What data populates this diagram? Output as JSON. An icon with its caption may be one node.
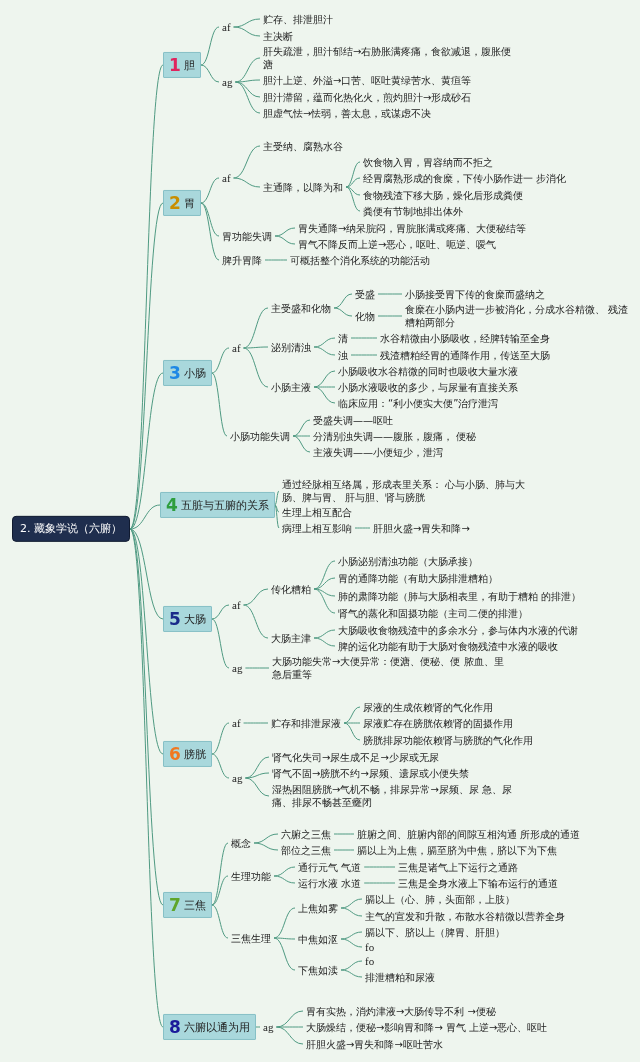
{
  "diagram": {
    "nodes": [
      {
        "text": [
          "2. 藏象学说（六腑）"
        ]
      },
      {
        "text": [
          "1",
          "胆"
        ]
      },
      {
        "text": [
          "af"
        ]
      },
      {
        "text": [
          "贮存、排泄胆汁"
        ]
      },
      {
        "text": [
          "主决断"
        ]
      },
      {
        "text": [
          "ag"
        ]
      },
      {
        "text": [
          "肝失疏泄，胆汁郁结→右胁胀满疼痛，食欲减退，腹胀便溏"
        ]
      },
      {
        "text": [
          "胆汁上逆、外溢→口苦、呕吐黄绿苦水、黄疸等"
        ]
      },
      {
        "text": [
          "胆汁滞留，蕴而化热化火，煎灼胆汁→形成砂石"
        ]
      },
      {
        "text": [
          "胆虚气怯→怯弱，善太息，或谋虑不决"
        ]
      },
      {
        "text": [
          "2",
          "胃"
        ]
      },
      {
        "text": [
          "af"
        ]
      },
      {
        "text": [
          "主受纳、腐熟水谷"
        ]
      },
      {
        "text": [
          "主通降，以降为和"
        ]
      },
      {
        "text": [
          "饮食物入胃，胃容纳而不拒之"
        ]
      },
      {
        "text": [
          "经胃腐熟形成的食糜，下传小肠作进一 步消化"
        ]
      },
      {
        "text": [
          "食物残渣下移大肠，燥化后形成粪便"
        ]
      },
      {
        "text": [
          "粪便有节制地排出体外"
        ]
      },
      {
        "text": [
          "胃功能失调"
        ]
      },
      {
        "text": [
          "胃失通降→纳呆脘闷，胃脘胀满或疼痛、大便秘结等"
        ]
      },
      {
        "text": [
          "胃气不降反而上逆→恶心，呕吐、呃逆、嗳气"
        ]
      },
      {
        "text": [
          "脾升胃降"
        ]
      },
      {
        "text": [
          "可概括整个消化系统的功能活动"
        ]
      },
      {
        "text": [
          "3",
          "小肠"
        ]
      },
      {
        "text": [
          "af"
        ]
      },
      {
        "text": [
          "主受盛和化物"
        ]
      },
      {
        "text": [
          "受盛"
        ]
      },
      {
        "text": [
          "小肠接受胃下传的食糜而盛纳之"
        ]
      },
      {
        "text": [
          "化物"
        ]
      },
      {
        "text": [
          "食糜在小肠内进一步被消化，分成水谷精微、 残渣糟粕两部分"
        ]
      },
      {
        "text": [
          "泌别清浊"
        ]
      },
      {
        "text": [
          "清"
        ]
      },
      {
        "text": [
          "水谷精微由小肠吸收，经脾转输至全身"
        ]
      },
      {
        "text": [
          "浊"
        ]
      },
      {
        "text": [
          "残渣糟粕经胃的通降作用，传送至大肠"
        ]
      },
      {
        "text": [
          "小肠主液"
        ]
      },
      {
        "text": [
          "小肠吸收水谷精微的同时也吸收大量水液"
        ]
      },
      {
        "text": [
          "小肠水液吸收的多少，与尿量有直接关系"
        ]
      },
      {
        "text": [
          "临床应用：“利小便实大便”治疗泄泻"
        ]
      },
      {
        "text": [
          "小肠功能失调"
        ]
      },
      {
        "text": [
          "受盛失调——呕吐"
        ]
      },
      {
        "text": [
          "分清别浊失调——腹胀，腹痛， 便秘"
        ]
      },
      {
        "text": [
          "主液失调——小便短少，泄泻"
        ]
      },
      {
        "text": [
          "4",
          "五脏与五腑的关系"
        ]
      },
      {
        "text": [
          "通过经脉相互络属，形成表里关系： 心与小肠、肺与大肠、脾与胃、 肝与胆、肾与膀胱"
        ]
      },
      {
        "text": [
          "生理上相互配合"
        ]
      },
      {
        "text": [
          "病理上相互影响"
        ]
      },
      {
        "text": [
          "肝胆火盛→胃失和降→"
        ]
      },
      {
        "text": [
          "5",
          "大肠"
        ]
      },
      {
        "text": [
          "af"
        ]
      },
      {
        "text": [
          "传化糟粕"
        ]
      },
      {
        "text": [
          "小肠泌别清浊功能（大肠承接）"
        ]
      },
      {
        "text": [
          "胃的通降功能（有助大肠排泄糟粕）"
        ]
      },
      {
        "text": [
          "肺的肃降功能（肺与大肠相表里，有助于糟粕 的排泄）"
        ]
      },
      {
        "text": [
          "肾气的蒸化和固摄功能（主司二便的排泄）"
        ]
      },
      {
        "text": [
          "大肠主津"
        ]
      },
      {
        "text": [
          "大肠吸收食物残渣中的多余水分，参与体内水液的代谢"
        ]
      },
      {
        "text": [
          "脾的运化功能有助于大肠对食物残渣中水液的吸收"
        ]
      },
      {
        "text": [
          "ag"
        ]
      },
      {
        "text": [
          "大肠功能失常→大便异常：便溏、便秘、便 脓血、里急后重等"
        ]
      },
      {
        "text": [
          "6",
          "膀胱"
        ]
      },
      {
        "text": [
          "af"
        ]
      },
      {
        "text": [
          "贮存和排泄尿液"
        ]
      },
      {
        "text": [
          "尿液的生成依赖肾的气化作用"
        ]
      },
      {
        "text": [
          "尿液贮存在膀胱依赖肾的固摄作用"
        ]
      },
      {
        "text": [
          "膀胱排尿功能依赖肾与膀胱的气化作用"
        ]
      },
      {
        "text": [
          "ag"
        ]
      },
      {
        "text": [
          "肾气化失司→尿生成不足→少尿或无尿"
        ]
      },
      {
        "text": [
          "肾气不固→膀胱不约→尿频、遗尿或小便失禁"
        ]
      },
      {
        "text": [
          "湿热困阻膀胱→气机不畅，排尿异常→尿频、尿 急、尿痛、排尿不畅甚至癃闭"
        ]
      },
      {
        "text": [
          "7",
          "三焦"
        ]
      },
      {
        "text": [
          "概念"
        ]
      },
      {
        "text": [
          "六腑之三焦"
        ]
      },
      {
        "text": [
          "脏腑之间、脏腑内部的间隙互相沟通 所形成的通道"
        ]
      },
      {
        "text": [
          "部位之三焦"
        ]
      },
      {
        "text": [
          "膈以上为上焦，膈至脐为中焦，脐以下为下焦"
        ]
      },
      {
        "text": [
          "生理功能"
        ]
      },
      {
        "text": [
          "通行元气 气道"
        ]
      },
      {
        "text": [
          "三焦是诸气上下运行之通路"
        ]
      },
      {
        "text": [
          "运行水液 水道"
        ]
      },
      {
        "text": [
          "三焦是全身水液上下输布运行的通道"
        ]
      },
      {
        "text": [
          "三焦生理"
        ]
      },
      {
        "text": [
          "上焦如雾"
        ]
      },
      {
        "text": [
          "膈以上（心、肺，头面部，上肢）"
        ]
      },
      {
        "text": [
          "主气的宣发和升散，布散水谷精微以营养全身"
        ]
      },
      {
        "text": [
          "中焦如沤"
        ]
      },
      {
        "text": [
          "膈以下、脐以上（脾胃、肝胆）"
        ]
      },
      {
        "text": [
          "fo"
        ]
      },
      {
        "text": [
          "下焦如渎"
        ]
      },
      {
        "text": [
          "fo"
        ]
      },
      {
        "text": [
          "排泄糟粕和尿液"
        ]
      },
      {
        "text": [
          "8",
          "六腑以通为用"
        ]
      },
      {
        "text": [
          "ag"
        ]
      },
      {
        "text": [
          "胃有实热，消灼津液→大肠传导不利 →便秘"
        ]
      },
      {
        "text": [
          "大肠燥结，便秘→影响胃和降→ 胃气 上逆→恶心、呕吐"
        ]
      },
      {
        "text": [
          "肝胆火盛→胃失和降→呕吐苦水"
        ]
      }
    ],
    "edges": [
      {
        "from": 0,
        "to": 1,
        "arrow": "none"
      },
      {
        "from": 1,
        "to": 2,
        "arrow": "none"
      },
      {
        "from": 2,
        "to": 3,
        "arrow": "none"
      },
      {
        "from": 2,
        "to": 4,
        "arrow": "none"
      },
      {
        "from": 1,
        "to": 5,
        "arrow": "none"
      },
      {
        "from": 5,
        "to": 6,
        "arrow": "none"
      },
      {
        "from": 5,
        "to": 7,
        "arrow": "none"
      },
      {
        "from": 5,
        "to": 8,
        "arrow": "none"
      },
      {
        "from": 5,
        "to": 9,
        "arrow": "none"
      },
      {
        "from": 0,
        "to": 10,
        "arrow": "none"
      },
      {
        "from": 10,
        "to": 11,
        "arrow": "none"
      },
      {
        "from": 11,
        "to": 12,
        "arrow": "none"
      },
      {
        "from": 11,
        "to": 13,
        "arrow": "none"
      },
      {
        "from": 13,
        "to": 14,
        "arrow": "none"
      },
      {
        "from": 13,
        "to": 15,
        "arrow": "none"
      },
      {
        "from": 13,
        "to": 16,
        "arrow": "none"
      },
      {
        "from": 13,
        "to": 17,
        "arrow": "none"
      },
      {
        "from": 10,
        "to": 18,
        "arrow": "none"
      },
      {
        "from": 18,
        "to": 19,
        "arrow": "none"
      },
      {
        "from": 18,
        "to": 20,
        "arrow": "none"
      },
      {
        "from": 10,
        "to": 21,
        "arrow": "none"
      },
      {
        "from": 21,
        "to": 22,
        "arrow": "none"
      },
      {
        "from": 0,
        "to": 23,
        "arrow": "none"
      },
      {
        "from": 23,
        "to": 24,
        "arrow": "none"
      },
      {
        "from": 24,
        "to": 25,
        "arrow": "none"
      },
      {
        "from": 25,
        "to": 26,
        "arrow": "none"
      },
      {
        "from": 26,
        "to": 27,
        "arrow": "none"
      },
      {
        "from": 25,
        "to": 28,
        "arrow": "none"
      },
      {
        "from": 28,
        "to": 29,
        "arrow": "none"
      },
      {
        "from": 24,
        "to": 30,
        "arrow": "none"
      },
      {
        "from": 30,
        "to": 31,
        "arrow": "none"
      },
      {
        "from": 31,
        "to": 32,
        "arrow": "none"
      },
      {
        "from": 30,
        "to": 33,
        "arrow": "none"
      },
      {
        "from": 33,
        "to": 34,
        "arrow": "none"
      },
      {
        "from": 24,
        "to": 35,
        "arrow": "none"
      },
      {
        "from": 35,
        "to": 36,
        "arrow": "none"
      },
      {
        "from": 35,
        "to": 37,
        "arrow": "none"
      },
      {
        "from": 35,
        "to": 38,
        "arrow": "none"
      },
      {
        "from": 23,
        "to": 39,
        "arrow": "none"
      },
      {
        "from": 39,
        "to": 40,
        "arrow": "none"
      },
      {
        "from": 39,
        "to": 41,
        "arrow": "none"
      },
      {
        "from": 39,
        "to": 42,
        "arrow": "none"
      },
      {
        "from": 0,
        "to": 43,
        "arrow": "none"
      },
      {
        "from": 43,
        "to": 44,
        "arrow": "none"
      },
      {
        "from": 43,
        "to": 45,
        "arrow": "none"
      },
      {
        "from": 43,
        "to": 46,
        "arrow": "none"
      },
      {
        "from": 46,
        "to": 47,
        "arrow": "none"
      },
      {
        "from": 0,
        "to": 48,
        "arrow": "none"
      },
      {
        "from": 48,
        "to": 49,
        "arrow": "none"
      },
      {
        "from": 49,
        "to": 50,
        "arrow": "none"
      },
      {
        "from": 50,
        "to": 51,
        "arrow": "none"
      },
      {
        "from": 50,
        "to": 52,
        "arrow": "none"
      },
      {
        "from": 50,
        "to": 53,
        "arrow": "none"
      },
      {
        "from": 50,
        "to": 54,
        "arrow": "none"
      },
      {
        "from": 49,
        "to": 55,
        "arrow": "none"
      },
      {
        "from": 55,
        "to": 56,
        "arrow": "none"
      },
      {
        "from": 55,
        "to": 57,
        "arrow": "none"
      },
      {
        "from": 48,
        "to": 58,
        "arrow": "none"
      },
      {
        "from": 58,
        "to": 59,
        "arrow": "none"
      },
      {
        "from": 0,
        "to": 60,
        "arrow": "none"
      },
      {
        "from": 60,
        "to": 61,
        "arrow": "none"
      },
      {
        "from": 61,
        "to": 62,
        "arrow": "none"
      },
      {
        "from": 62,
        "to": 63,
        "arrow": "none"
      },
      {
        "from": 62,
        "to": 64,
        "arrow": "none"
      },
      {
        "from": 62,
        "to": 65,
        "arrow": "none"
      },
      {
        "from": 60,
        "to": 66,
        "arrow": "none"
      },
      {
        "from": 66,
        "to": 67,
        "arrow": "none"
      },
      {
        "from": 66,
        "to": 68,
        "arrow": "none"
      },
      {
        "from": 66,
        "to": 69,
        "arrow": "none"
      },
      {
        "from": 0,
        "to": 70,
        "arrow": "none"
      },
      {
        "from": 70,
        "to": 71,
        "arrow": "none"
      },
      {
        "from": 71,
        "to": 72,
        "arrow": "none"
      },
      {
        "from": 72,
        "to": 73,
        "arrow": "none"
      },
      {
        "from": 71,
        "to": 74,
        "arrow": "none"
      },
      {
        "from": 74,
        "to": 75,
        "arrow": "none"
      },
      {
        "from": 70,
        "to": 76,
        "arrow": "none"
      },
      {
        "from": 76,
        "to": 77,
        "arrow": "none"
      },
      {
        "from": 77,
        "to": 78,
        "arrow": "none"
      },
      {
        "from": 76,
        "to": 79,
        "arrow": "none"
      },
      {
        "from": 79,
        "to": 80,
        "arrow": "none"
      },
      {
        "from": 70,
        "to": 81,
        "arrow": "none"
      },
      {
        "from": 81,
        "to": 82,
        "arrow": "none"
      },
      {
        "from": 82,
        "to": 83,
        "arrow": "none"
      },
      {
        "from": 82,
        "to": 84,
        "arrow": "none"
      },
      {
        "from": 81,
        "to": 85,
        "arrow": "none"
      },
      {
        "from": 85,
        "to": 86,
        "arrow": "none"
      },
      {
        "from": 85,
        "to": 87,
        "arrow": "none"
      },
      {
        "from": 81,
        "to": 88,
        "arrow": "none"
      },
      {
        "from": 88,
        "to": 89,
        "arrow": "none"
      },
      {
        "from": 88,
        "to": 90,
        "arrow": "none"
      },
      {
        "from": 0,
        "to": 91,
        "arrow": "none"
      },
      {
        "from": 91,
        "to": 92,
        "arrow": "none"
      },
      {
        "from": 92,
        "to": 93,
        "arrow": "none"
      },
      {
        "from": 92,
        "to": 94,
        "arrow": "none"
      },
      {
        "from": 92,
        "to": 95,
        "arrow": "none"
      }
    ]
  }
}
